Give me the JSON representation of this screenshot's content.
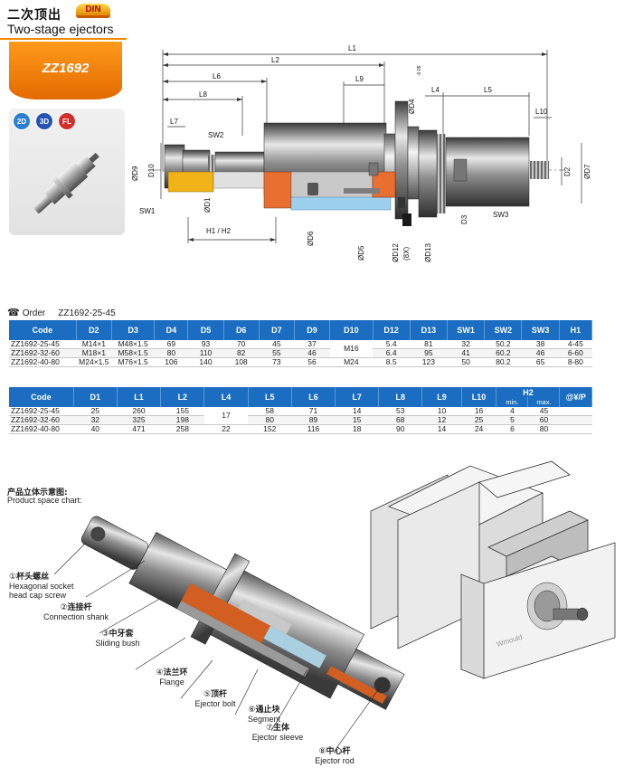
{
  "header": {
    "title_cn": "二次顶出",
    "din_badge": "DIN",
    "title_en": "Two-stage ejectors",
    "product_code": "ZZ1692"
  },
  "cad_badges": [
    "2D",
    "3D",
    "FL"
  ],
  "drawing_labels": {
    "L1": "L1",
    "L2": "L2",
    "L6": "L6",
    "L8": "L8",
    "L7": "L7",
    "L9": "L9",
    "L4": "L4",
    "L5": "L5",
    "L10": "L10",
    "tol": "-0.05",
    "D4": "ØD4",
    "D9": "ØD9",
    "D10": "D10",
    "D1": "ØD1",
    "D6": "ØD6",
    "D5": "ØD5",
    "D12": "ØD12",
    "x8": "(8X)",
    "D13": "ØD13",
    "D3": "D3",
    "D2": "D2",
    "D7": "ØD7",
    "SW1": "SW1",
    "SW2": "SW2",
    "SW3": "SW3",
    "H": "H1 / H2"
  },
  "order": {
    "label": "Order",
    "example": "ZZ1692-25-45"
  },
  "table1": {
    "headers": [
      "Code",
      "D2",
      "D3",
      "D4",
      "D5",
      "D6",
      "D7",
      "D9",
      "D10",
      "D12",
      "D13",
      "SW1",
      "SW2",
      "SW3",
      "H1"
    ],
    "rows": [
      [
        "ZZ1692-25-45",
        "M14×1",
        "M48×1.5",
        "69",
        "93",
        "70",
        "45",
        "37",
        "",
        "5.4",
        "81",
        "32",
        "50.2",
        "38",
        "4-45"
      ],
      [
        "ZZ1692-32-60",
        "M18×1",
        "M58×1.5",
        "80",
        "110",
        "82",
        "55",
        "46",
        "",
        "6.4",
        "95",
        "41",
        "60.2",
        "46",
        "6-60"
      ],
      [
        "ZZ1692-40-80",
        "M24×1.5",
        "M76×1.5",
        "106",
        "140",
        "108",
        "73",
        "56",
        "M24",
        "8.5",
        "123",
        "50",
        "80.2",
        "65",
        "8-80"
      ]
    ],
    "d10_merged": "M16"
  },
  "table2": {
    "headers": [
      "Code",
      "D1",
      "L1",
      "L2",
      "L4",
      "L5",
      "L6",
      "L7",
      "L8",
      "L9",
      "L10",
      "H2",
      "@¥/P"
    ],
    "sub_headers": [
      "min.",
      "max."
    ],
    "rows": [
      [
        "ZZ1692-25-45",
        "25",
        "260",
        "155",
        "",
        "58",
        "71",
        "14",
        "53",
        "10",
        "16",
        "4",
        "45",
        ""
      ],
      [
        "ZZ1692-32-60",
        "32",
        "325",
        "198",
        "",
        "80",
        "89",
        "15",
        "68",
        "12",
        "25",
        "5",
        "60",
        ""
      ],
      [
        "ZZ1692-40-80",
        "40",
        "471",
        "258",
        "22",
        "152",
        "116",
        "18",
        "90",
        "14",
        "24",
        "6",
        "80",
        ""
      ]
    ],
    "l4_merged": "17"
  },
  "space_chart": {
    "title_cn": "产品立体示意图:",
    "title_en": "Product space chart:",
    "mold_brand": "Wmould",
    "parts": [
      {
        "num": "①",
        "cn": "杯头螺丝",
        "en1": "Hexagonal socket",
        "en2": "head cap screw"
      },
      {
        "num": "②",
        "cn": "连接杆",
        "en1": "Connection shank",
        "en2": ""
      },
      {
        "num": "③",
        "cn": "中牙套",
        "en1": "Sliding bush",
        "en2": ""
      },
      {
        "num": "④",
        "cn": "法兰环",
        "en1": "Flange",
        "en2": ""
      },
      {
        "num": "⑤",
        "cn": "顶杆",
        "en1": "Ejector bolt",
        "en2": ""
      },
      {
        "num": "⑥",
        "cn": "通止块",
        "en1": "Segment",
        "en2": ""
      },
      {
        "num": "⑦",
        "cn": "主体",
        "en1": "Ejector sleeve",
        "en2": ""
      },
      {
        "num": "⑧",
        "cn": "中心杆",
        "en1": "Ejector rod",
        "en2": ""
      }
    ]
  },
  "colors": {
    "accent": "#f08a00",
    "table_header": "#1a6dc0",
    "steel": "#8a8a8a",
    "copper": "#c8642a",
    "sleeve": "#9fcfe8"
  }
}
